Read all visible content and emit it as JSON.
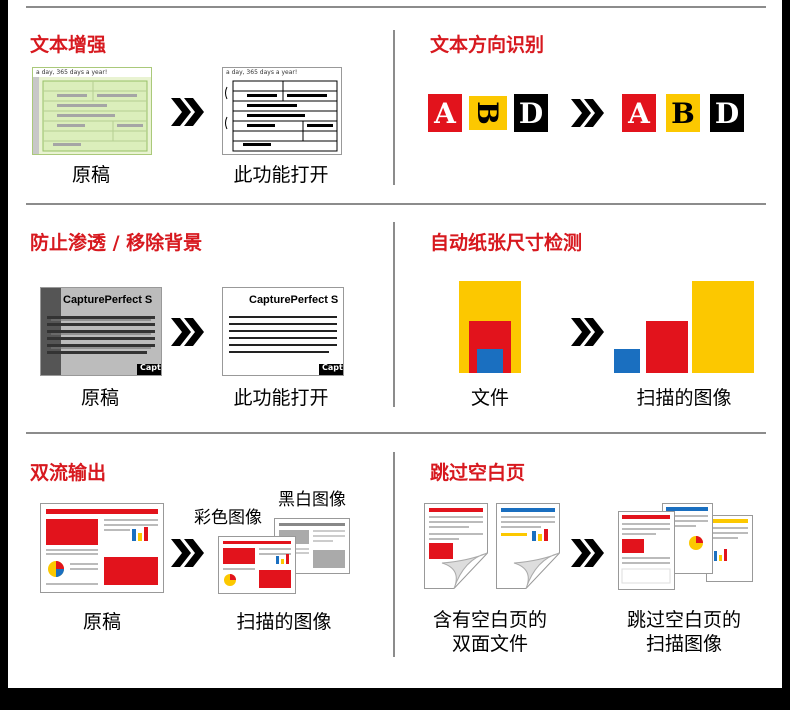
{
  "colors": {
    "accent": "#d7191f",
    "yellow": "#fcc800",
    "blue": "#1a6fc0",
    "black": "#000000"
  },
  "sections": {
    "text_enhance": {
      "title": "文本增强",
      "before": "原稿",
      "after": "此功能打开",
      "form_header": "a day, 365 days a year!"
    },
    "orientation": {
      "title": "文本方向识别",
      "tiles_before": [
        "A",
        "B",
        "D"
      ],
      "tiles_after": [
        "A",
        "B",
        "D"
      ]
    },
    "bleed": {
      "title": "防止渗透 / 移除背景",
      "before": "原稿",
      "after": "此功能打开",
      "doc_title": "CapturePerfect S",
      "doc_footer": "Capt"
    },
    "auto_size": {
      "title": "自动纸张尺寸检测",
      "before": "文件",
      "after": "扫描的图像"
    },
    "dual_output": {
      "title": "双流输出",
      "before": "原稿",
      "after": "扫描的图像",
      "color_label": "彩色图像",
      "bw_label": "黑白图像"
    },
    "skip_blank": {
      "title": "跳过空白页",
      "before_line1": "含有空白页的",
      "before_line2": "双面文件",
      "after_line1": "跳过空白页的",
      "after_line2": "扫描图像"
    }
  },
  "icons": [
    "double-chevron-right-icon"
  ]
}
